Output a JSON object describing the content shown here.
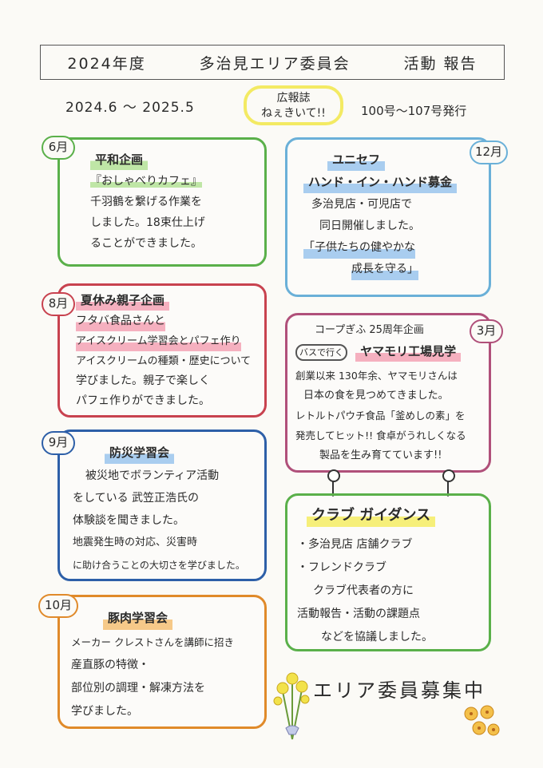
{
  "header": {
    "year": "2024年度",
    "area": "多治見エリア委員会",
    "report": "活動 報告"
  },
  "period": "2024.6 ～ 2025.5",
  "koho": {
    "line1": "広報誌",
    "line2": "ねぇきいて!!"
  },
  "issues": "100号～107号発行",
  "jun": {
    "month": "6月",
    "title": "平和企画",
    "subtitle": "『おしゃべりカフェ』",
    "lines": [
      "千羽鶴を繋げる作業を",
      "しました。18束仕上げ",
      "ることができました。"
    ]
  },
  "aug": {
    "month": "8月",
    "title": "夏休み親子企画",
    "lines": [
      "フタバ食品さんと",
      "アイスクリーム学習会とパフェ作り",
      "アイスクリームの種類・歴史について",
      "学びました。親子で楽しく",
      "パフェ作りができました。"
    ]
  },
  "sep": {
    "month": "9月",
    "title": "防災学習会",
    "lines": [
      "被災地でボランティア活動",
      "をしている 武笠正浩氏の",
      "体験談を聞きました。",
      "地震発生時の対応、災害時",
      "に助け合うことの大切さを学びました。"
    ]
  },
  "oct": {
    "month": "10月",
    "title": "豚肉学習会",
    "lines": [
      "メーカー クレストさんを講師に招き",
      "産直豚の特徴・",
      "部位別の調理・解凍方法を",
      "学びました。"
    ]
  },
  "dec": {
    "month": "12月",
    "title": "ユニセフ",
    "subtitle": "ハンド・イン・ハンド募金",
    "lines": [
      "多治見店・可児店で",
      "同日開催しました。",
      "「子供たちの健やかな",
      "成長を守る」"
    ]
  },
  "mar": {
    "month": "3月",
    "pre": "コープぎふ 25周年企画",
    "bus": "バスで行く",
    "title": "ヤマモリ工場見学",
    "lines": [
      "創業以来 130年余、ヤマモリさんは",
      "日本の食を見つめてきました。",
      "レトルトパウチ食品「釜めしの素」を",
      "発売してヒット!! 食卓がうれしくなる",
      "製品を生み育てています!!"
    ]
  },
  "club": {
    "title": "クラブ ガイダンス",
    "lines": [
      "・多治見店 店舗クラブ",
      "・フレンドクラブ",
      "クラブ代表者の方に",
      "活動報告・活動の課題点",
      "などを協議しました。"
    ]
  },
  "recruit": "エリア委員募集中",
  "colors": {
    "green": "#5ab04a",
    "red": "#c8424f",
    "blue": "#2d5fa8",
    "orange": "#e08a2a",
    "lightblue": "#6ab0d8",
    "purple": "#b0507a",
    "yellow": "#f3ea63"
  }
}
